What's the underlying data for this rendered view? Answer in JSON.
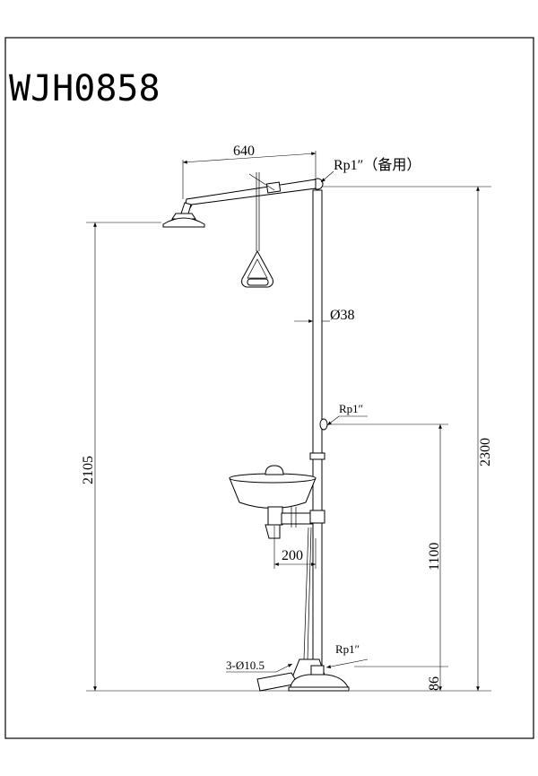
{
  "title": "WJH0858",
  "dimensions": {
    "arm_length": "640",
    "pipe_diameter": "Ø38",
    "total_height": "2300",
    "shower_height": "2105",
    "inlet_height": "1100",
    "bowl_offset": "200",
    "base_height": "86",
    "mount_holes": "3-Ø10.5"
  },
  "connections": {
    "top_spare": "Rp1″（备用）",
    "middle_inlet": "Rp1″",
    "bottom_inlet": "Rp1″"
  }
}
